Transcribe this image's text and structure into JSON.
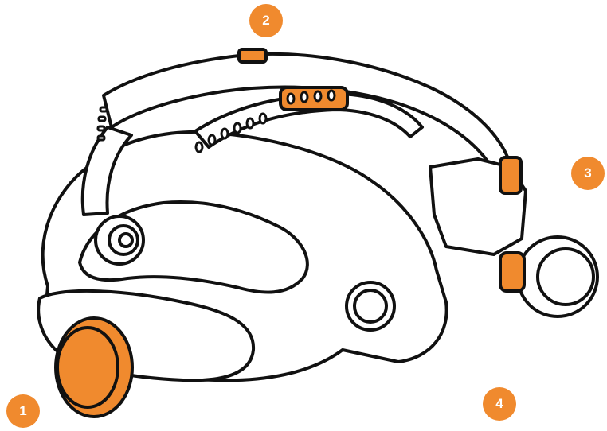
{
  "colors": {
    "accent": "#f08a2e",
    "outline": "#111111",
    "fill": "#ffffff",
    "shade": "#e9e9e9"
  },
  "diagram": {
    "subject": "headgear-harness",
    "callouts": [
      {
        "id": "1",
        "label": "1",
        "icon": "rear-ratchet-knob"
      },
      {
        "id": "2",
        "label": "2",
        "icon": "top-strap-adjuster"
      },
      {
        "id": "3",
        "label": "3",
        "icon": "side-pivot-tab"
      },
      {
        "id": "4",
        "label": "4",
        "icon": "side-knob"
      }
    ]
  }
}
